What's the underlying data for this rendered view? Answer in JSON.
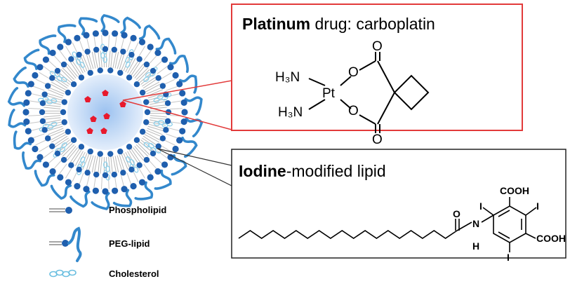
{
  "colors": {
    "accent_red": "#e23a3a",
    "phospholipid_blue": "#1f5fae",
    "peg_blue": "#3388cc",
    "cholesterol_blue": "#8fd0ea",
    "core_fill": "#cfe0f7",
    "drug_red": "#e8192c",
    "box_border_dark": "#222222"
  },
  "platinum_box": {
    "title_bold": "Platinum",
    "title_rest": " drug: carboplatin",
    "atoms": {
      "h3n_top": "H₃N",
      "h3n_bottom": "H₃N",
      "pt": "Pt",
      "o_top": "O",
      "o_bottom": "O",
      "o_carbonyl_top": "O",
      "o_carbonyl_bottom": "O"
    }
  },
  "iodine_box": {
    "title_bold": "Iodine",
    "title_rest": "-modified lipid",
    "atoms": {
      "o_amide": "O",
      "nh_n": "N",
      "nh_h": "H",
      "i_left": "I",
      "i_right": "I",
      "i_bottom": "I",
      "cooh_top": "COOH",
      "cooh_right": "COOH"
    }
  },
  "legend": [
    {
      "label": "Phospholipid",
      "icon": "phospholipid-icon"
    },
    {
      "label": "PEG-lipid",
      "icon": "peg-lipid-icon"
    },
    {
      "label": "Cholesterol",
      "icon": "cholesterol-icon"
    }
  ]
}
